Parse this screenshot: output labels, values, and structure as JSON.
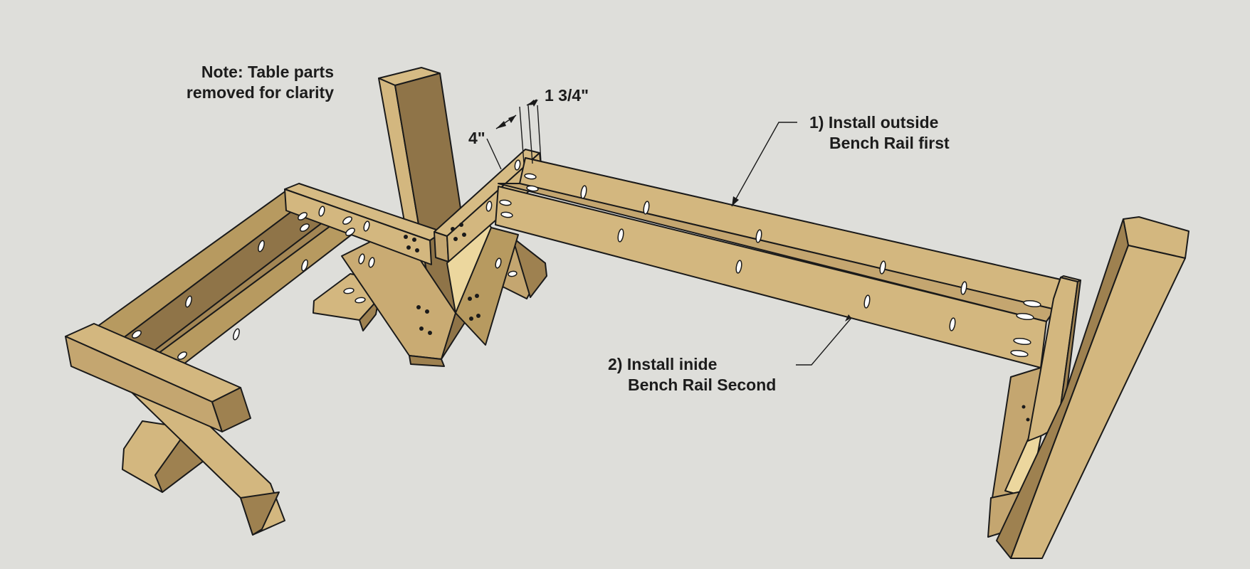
{
  "annotations": {
    "clarity_note": {
      "line1": "Note: Table parts",
      "line2": "removed for clarity"
    },
    "step_outside": {
      "line1": "1) Install outside",
      "line2": "Bench Rail first"
    },
    "step_inside": {
      "line1": "2) Install inide",
      "line2": "Bench Rail Second"
    },
    "dimension_left": "4\"",
    "dimension_right": "1 3/4\""
  },
  "colors": {
    "background": "#dededa",
    "wood_light": "#d3b77f",
    "wood_mid": "#c4a670",
    "wood_dark": "#9e8150",
    "wood_pale": "#ecd79e",
    "outline": "#1a1a1a"
  }
}
